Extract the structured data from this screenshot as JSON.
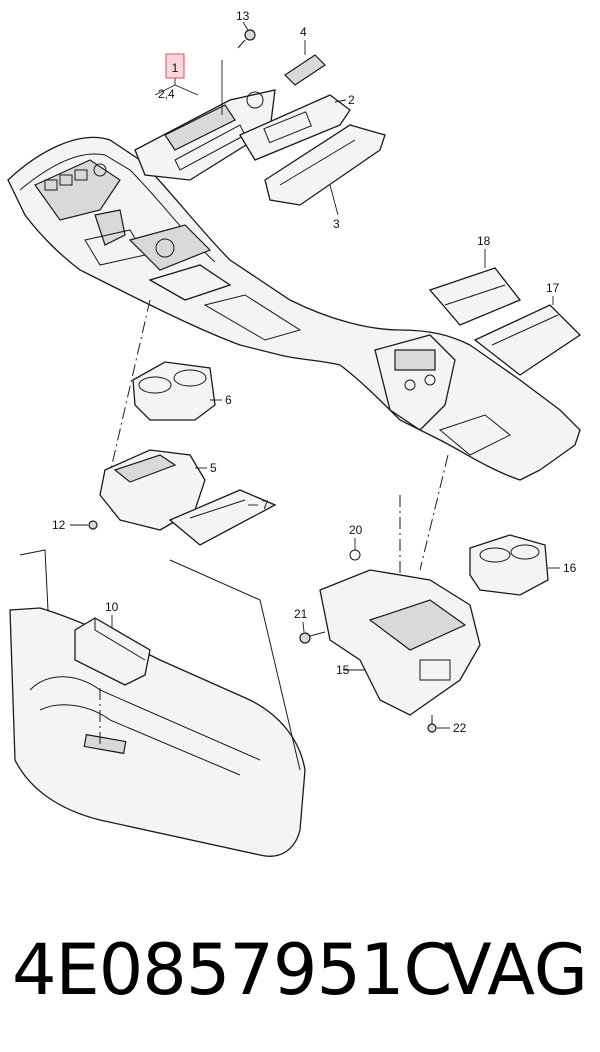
{
  "diagram": {
    "callouts": {
      "c1": "1",
      "c1_sub": "2,4",
      "c2": "2",
      "c3": "3",
      "c4": "4",
      "c5": "5",
      "c6": "6",
      "c7": "7",
      "c10": "10",
      "c12": "12",
      "c13": "13",
      "c15": "15",
      "c16": "16",
      "c17": "17",
      "c18": "18",
      "c20": "20",
      "c21": "21",
      "c22": "22"
    },
    "highlight_color": "#f8d7da"
  },
  "footer": {
    "part_number": "4E0857951C",
    "brand": "VAG"
  }
}
